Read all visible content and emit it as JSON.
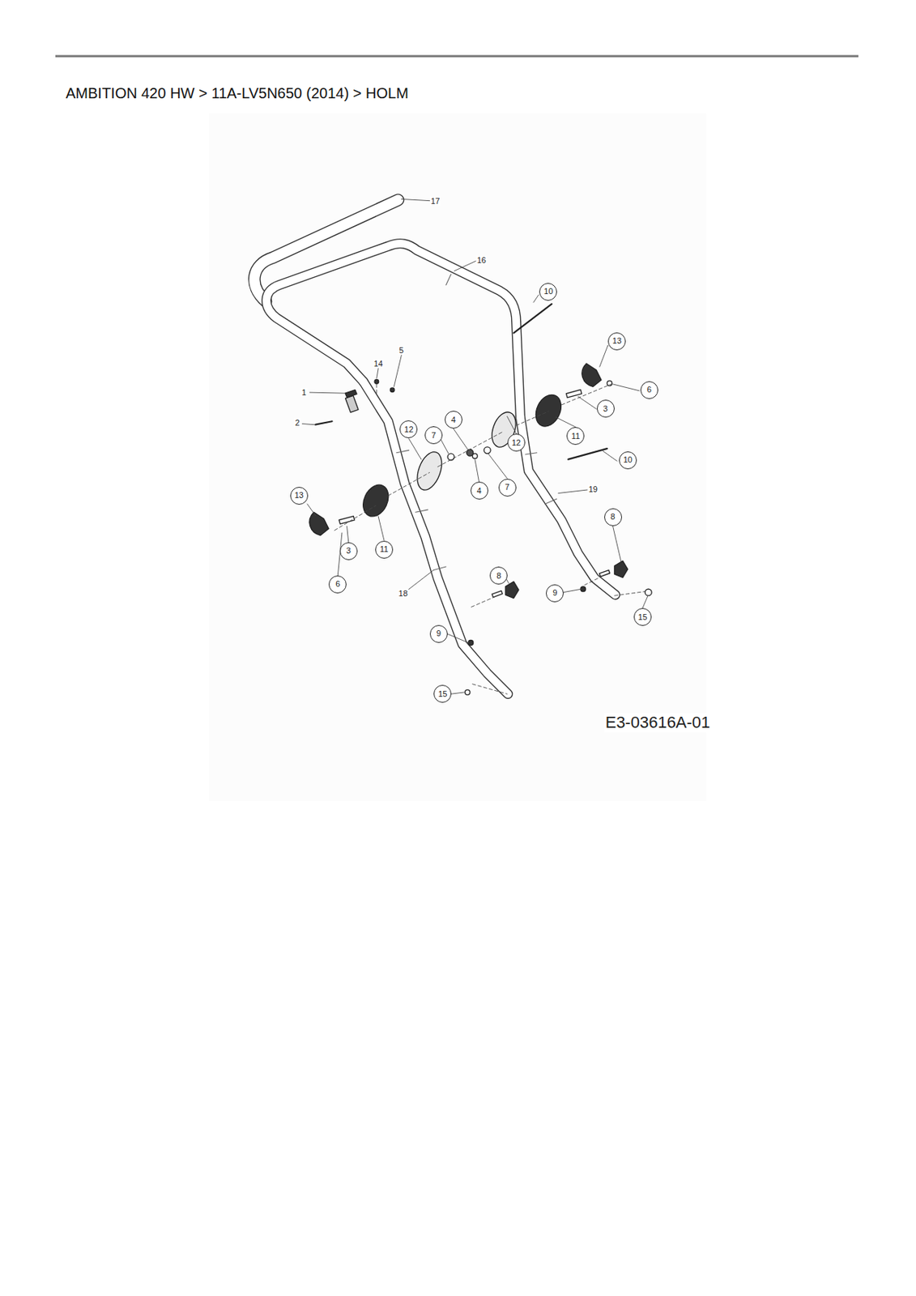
{
  "diagram": {
    "title": "AMBITION 420 HW  >  11A-LV5N650 (2014)  >  HOLM",
    "nodes": [
      {
        "text": [
          "10"
        ]
      },
      {
        "text": [
          "13"
        ]
      },
      {
        "text": [
          "6"
        ]
      },
      {
        "text": [
          "3"
        ]
      },
      {
        "text": [
          "4"
        ]
      },
      {
        "text": [
          "12"
        ]
      },
      {
        "text": [
          "7"
        ]
      },
      {
        "text": [
          "11"
        ]
      },
      {
        "text": [
          "12"
        ]
      },
      {
        "text": [
          "10"
        ]
      },
      {
        "text": [
          "7"
        ]
      },
      {
        "text": [
          "4"
        ]
      },
      {
        "text": [
          "13"
        ]
      },
      {
        "text": [
          "8"
        ]
      },
      {
        "text": [
          "11"
        ]
      },
      {
        "text": [
          "3"
        ]
      },
      {
        "text": [
          "8"
        ]
      },
      {
        "text": [
          "6"
        ]
      },
      {
        "text": [
          "9"
        ]
      },
      {
        "text": [
          "15"
        ]
      },
      {
        "text": [
          "9"
        ]
      },
      {
        "text": [
          "15"
        ]
      }
    ],
    "labels": [
      "17",
      "16",
      "5",
      "14",
      "1",
      "2",
      "19",
      "18",
      "E3-03616A-01"
    ]
  }
}
